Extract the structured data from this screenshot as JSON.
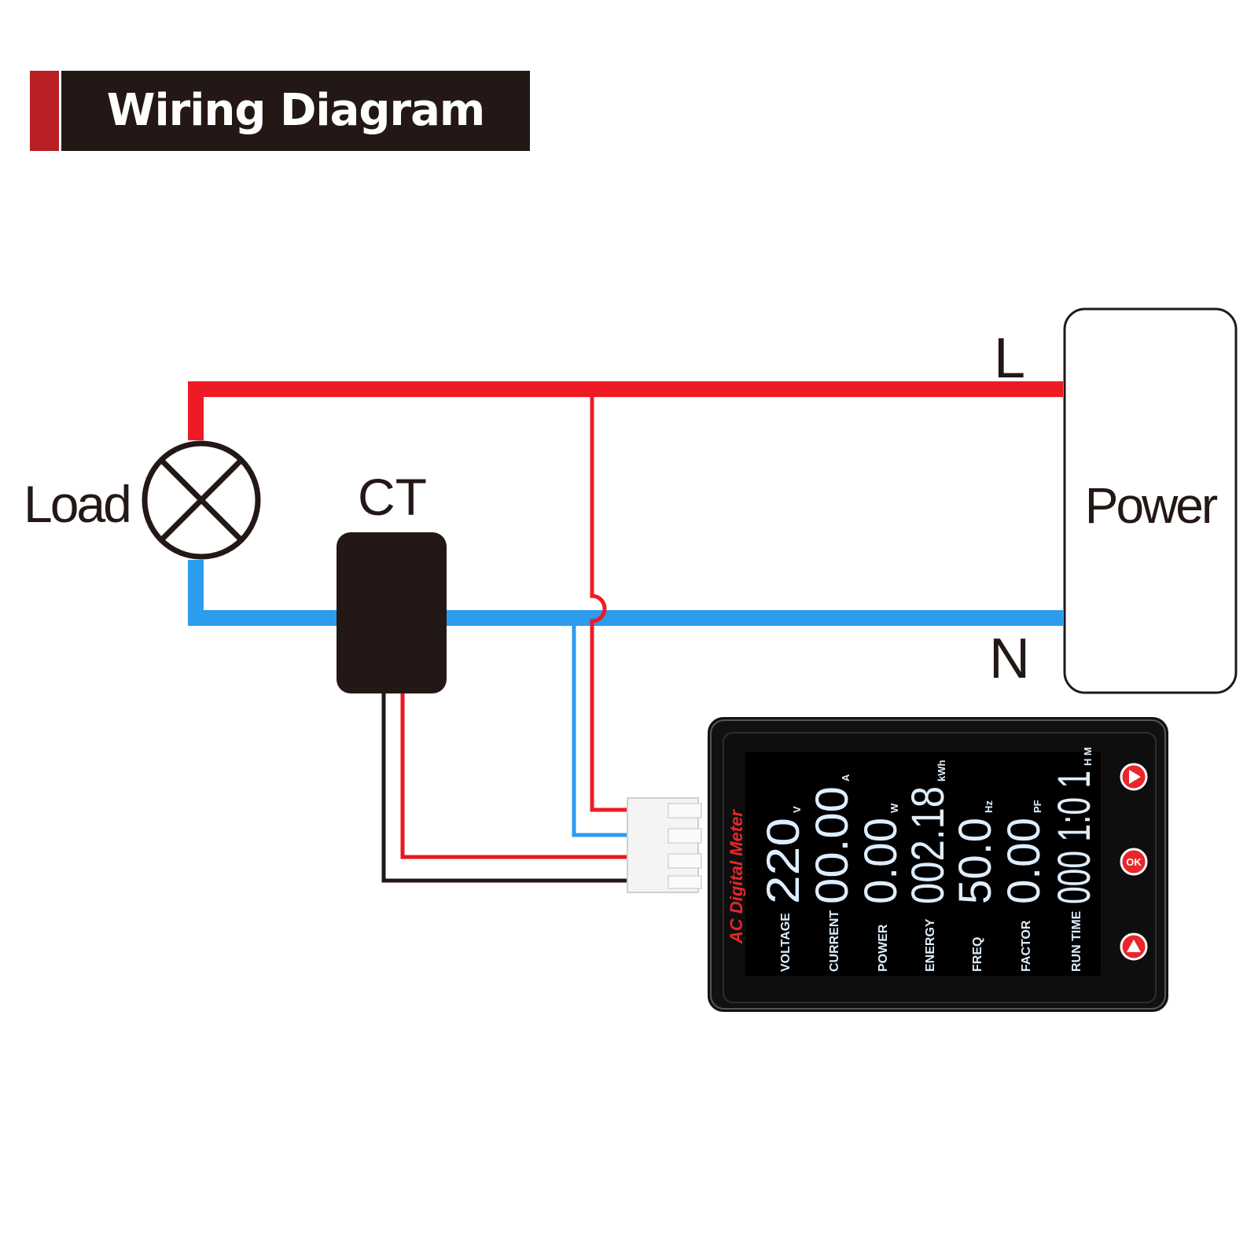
{
  "header": {
    "title": "Wiring Diagram"
  },
  "labels": {
    "line": "L",
    "neutral": "N",
    "load": "Load",
    "ct": "CT",
    "power": "Power"
  },
  "meter": {
    "brand": "AC Digital Meter",
    "readings": [
      {
        "label": "VOLTAGE",
        "value": "220",
        "unit": "V"
      },
      {
        "label": "CURRENT",
        "value": "00.00",
        "unit": "A"
      },
      {
        "label": "POWER",
        "value": "0.00",
        "unit": "W"
      },
      {
        "label": "ENERGY",
        "value": "002.18",
        "unit": "kWh"
      },
      {
        "label": "FREQ",
        "value": "50.0",
        "unit": "Hz"
      },
      {
        "label": "FACTOR",
        "value": "0.00",
        "unit": "PF"
      },
      {
        "label": "RUN TIME",
        "value": "000 1:0 1",
        "unit": "H M"
      }
    ],
    "buttons": [
      {
        "name": "next-button",
        "glyph": "▶"
      },
      {
        "name": "ok-button",
        "glyph": "OK"
      },
      {
        "name": "up-button",
        "glyph": "▲"
      }
    ]
  },
  "colors": {
    "live": "#ee1b24",
    "neutral": "#2b9cee",
    "ct_wire_black": "#231815",
    "ct_wire_red": "#e8161f",
    "accent": "#b91f24",
    "banner": "#231815",
    "lcd_text": "#dfeeff",
    "brand_text": "#e8262c"
  }
}
